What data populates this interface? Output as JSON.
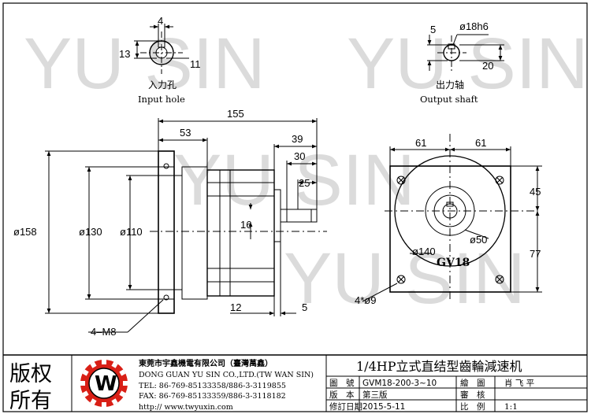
{
  "watermark": {
    "text": "YU SIN"
  },
  "input_hole": {
    "dims": {
      "keyway_width": "4",
      "height": "13",
      "bore": "11"
    },
    "label_cn": "入力孔",
    "label_en": "Input hole"
  },
  "output_shaft": {
    "dims": {
      "key": "5",
      "diameter": "ø18h6",
      "height": "20"
    },
    "label_cn": "出力轴",
    "label_en": "Output shaft"
  },
  "side_view": {
    "dims": {
      "total_length": "155",
      "flange_to_body": "53",
      "shaft_section": "39",
      "shaft_length": "30",
      "shaft_extension": "25",
      "shaft_offset": "16",
      "flange_dia": "ø158",
      "pilot_dia": "ø130",
      "spigot_dia": "ø110",
      "flange_thickness": "12",
      "shaft_step": "5",
      "mount_holes": "4–M8"
    }
  },
  "front_view": {
    "dims": {
      "half_width_left": "61",
      "half_width_right": "61",
      "top_offset": "45",
      "bottom_offset": "77",
      "pcd": "ø140",
      "boss_dia": "ø50",
      "holes": "4*ø9"
    },
    "model_mark": "GV18"
  },
  "title_block": {
    "stamp": {
      "line1": "版权",
      "line2": "所有"
    },
    "company": {
      "name_cn": "東莞市宇鑫機電有限公司（臺灣萬鑫）",
      "name_en": "DONG GUAN YU SIN CO.,LTD.(TW WAN SIN)",
      "tel": "TEL:  86-769-85133358/886-3-3119855",
      "fax": "FAX:  86-769-85133359/886-3-3118182",
      "web": "http:// www.twyuxin.com"
    },
    "title": "1/4HP立式直结型齒輪減速机",
    "rows": [
      {
        "k1": "圖　號",
        "v1": "GVM18-200-3~10",
        "k2": "繪　圖",
        "v2": "肖 飞 平"
      },
      {
        "k1": "版　本",
        "v1": "第三版",
        "k2": "審　核",
        "v2": ""
      },
      {
        "k1": "修訂日期",
        "v1": "2015-5-11",
        "k2": "比　例",
        "v2": "1:1"
      }
    ]
  }
}
